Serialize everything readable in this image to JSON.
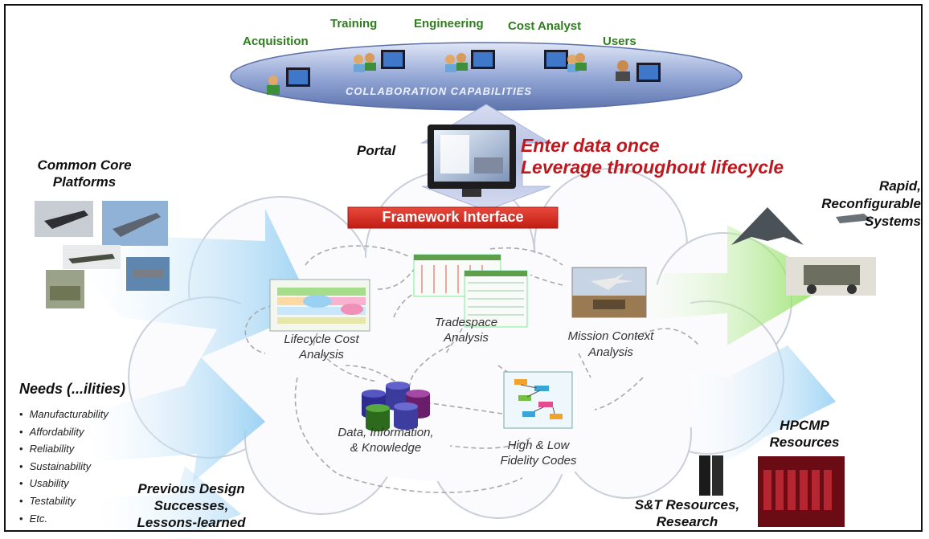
{
  "collaboration": {
    "roles": [
      "Acquisition",
      "Training",
      "Engineering",
      "Cost Analyst",
      "Users"
    ],
    "banner": "COLLABORATION CAPABILITIES"
  },
  "portal": {
    "label": "Portal",
    "tagline_1": "Enter data once",
    "tagline_2": "Leverage throughout lifecycle"
  },
  "framework": {
    "label": "Framework Interface"
  },
  "left": {
    "platforms_1": "Common Core",
    "platforms_2": "Platforms",
    "needs_title": "Needs (...ilities)",
    "needs": [
      "Manufacturability",
      "Affordability",
      "Reliability",
      "Sustainability",
      "Usability",
      "Testability",
      "Etc."
    ],
    "previous_1": "Previous Design",
    "previous_2": "Successes,",
    "previous_3": "Lessons-learned"
  },
  "right": {
    "rapid_1": "Rapid,",
    "rapid_2": "Reconfigurable",
    "rapid_3": "Systems",
    "hpcmp_1": "HPCMP",
    "hpcmp_2": "Resources",
    "st_1": "S&T Resources,",
    "st_2": "Research"
  },
  "nodes": {
    "lifecycle_1": "Lifecycle  Cost",
    "lifecycle_2": "Analysis",
    "tradespace_1": "Tradespace",
    "tradespace_2": "Analysis",
    "mission_1": "Mission Context",
    "mission_2": "Analysis",
    "data_1": "Data, Information,",
    "data_2": "& Knowledge",
    "codes_1": "High & Low",
    "codes_2": "Fidelity Codes"
  },
  "colors": {
    "role_green": "#2f7d1e",
    "tagline_red": "#c0161d",
    "framework_red": "#d42b20",
    "arrow_blue": "#9fd3f4",
    "arrow_green": "#8ee05a",
    "ellipse_blue": "#7d93c8"
  }
}
